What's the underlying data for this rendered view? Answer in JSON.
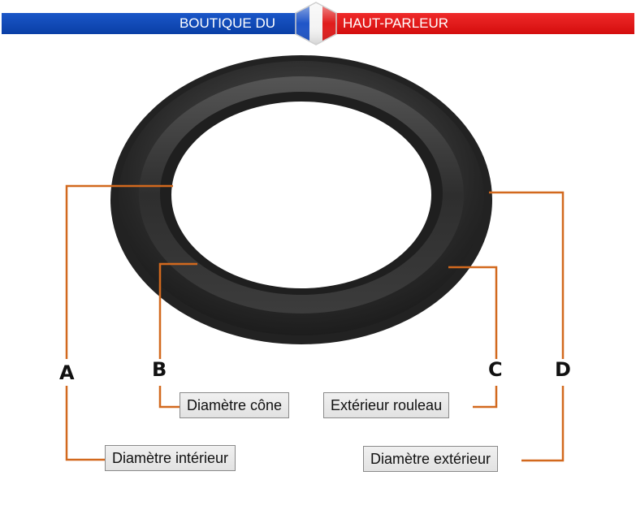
{
  "banner": {
    "left_text": "BOUTIQUE DU",
    "right_text": "HAUT-PARLEUR"
  },
  "colors": {
    "leader_line": "#d2691e",
    "banner_blue": "#0a3fa6",
    "banner_red": "#d40d0d",
    "surround": "#2b2b2b"
  },
  "callouts": [
    {
      "letter": "A",
      "label": "Diamètre intérieur"
    },
    {
      "letter": "B",
      "label": "Diamètre cône"
    },
    {
      "letter": "C",
      "label": "Extérieur rouleau"
    },
    {
      "letter": "D",
      "label": "Diamètre extérieur"
    }
  ]
}
